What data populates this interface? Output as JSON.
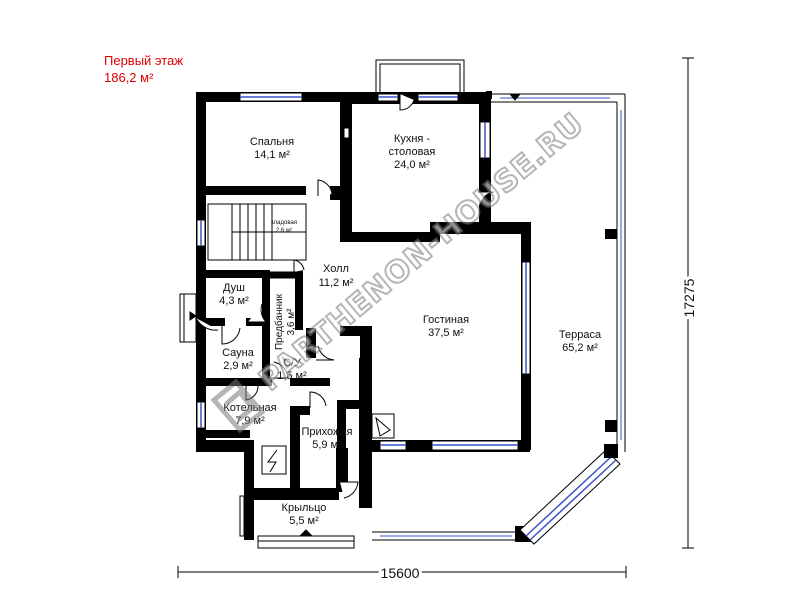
{
  "header": {
    "floor_name": "Первый этаж",
    "floor_area": "186,2 м²"
  },
  "rooms": {
    "bedroom": {
      "name": "Спальня",
      "area": "14,1 м²"
    },
    "kitchen": {
      "name_line1": "Кухня -",
      "name_line2": "столовая",
      "area": "24,0 м²"
    },
    "pantry": {
      "name": "кладовая",
      "area": "2,6 м²"
    },
    "hall": {
      "name": "Холл",
      "area": "11,2 м²"
    },
    "shower": {
      "name": "Душ",
      "area": "4,3 м²"
    },
    "dressing": {
      "name": "Предбанник",
      "area": "3,6 м²"
    },
    "living": {
      "name": "Гостиная",
      "area": "37,5 м²"
    },
    "terrace": {
      "name": "Терраса",
      "area": "65,2 м²"
    },
    "sauna": {
      "name": "Сауна",
      "area": "2,9 м²"
    },
    "wc": {
      "name": "С/У",
      "area": "1,5 м²"
    },
    "boiler": {
      "name": "Котельная",
      "area": "7,9 м²"
    },
    "entrance": {
      "name": "Прихожая",
      "area": "5,9 м²"
    },
    "porch": {
      "name": "Крыльцо",
      "area": "5,5 м²"
    }
  },
  "dimensions": {
    "width": "15600",
    "height": "17275"
  },
  "watermark": {
    "text": "PARTHENON-HOUSE.RU"
  },
  "colors": {
    "wall": "#000000",
    "window": "#3a52c8",
    "title": "#e00000",
    "watermark": "#7a7a7a"
  }
}
